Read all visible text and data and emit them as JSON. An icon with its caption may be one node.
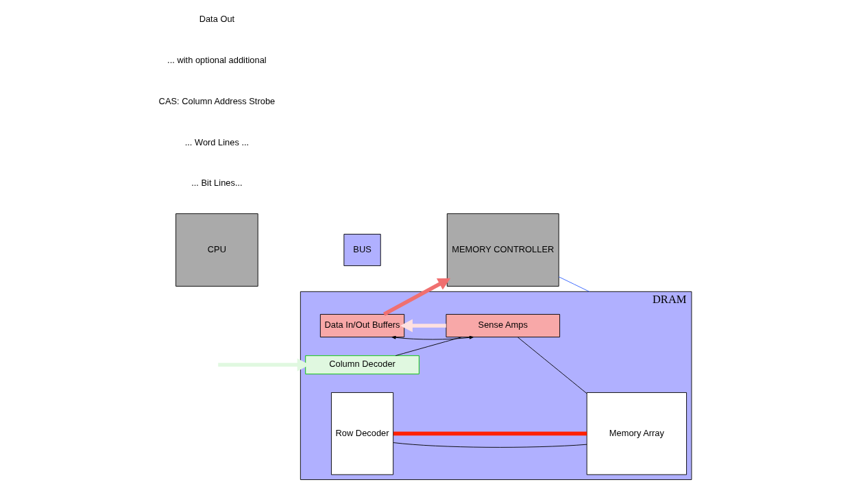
{
  "diagram": {
    "nodes": [
      {
        "text": [
          "CPU"
        ]
      },
      {
        "text": [
          "BUS"
        ]
      },
      {
        "text": [
          "MEMORY CONTROLLER"
        ]
      },
      {
        "text": [
          "DRAM"
        ]
      },
      {
        "text": [
          "Column Decoder"
        ],
        "in": 3
      },
      {
        "text": [
          "Data In/Out Buffers"
        ],
        "in": 3
      },
      {
        "text": [
          "Sense Amps"
        ],
        "in": 3
      },
      {
        "text": [
          "Row Decoder"
        ],
        "in": 3
      },
      {
        "text": [
          "Memory Array"
        ],
        "in": 3
      }
    ],
    "edges": [
      {
        "from": null,
        "to": 4,
        "arrow": "to",
        "style": "thick",
        "color": "#e0f8e0"
      },
      {
        "from": 6,
        "to": 5,
        "arrow": "to",
        "style": "thick",
        "color": "#ffe0e0"
      },
      {
        "from": 5,
        "to": 6,
        "arrow": "both"
      },
      {
        "from": 5,
        "to": 2,
        "arrow": "to",
        "style": "thick",
        "color": "#f07070"
      },
      {
        "from": 2,
        "to": 3,
        "arrow": "none",
        "color": "#3060ff"
      },
      {
        "from": 4,
        "to": 6,
        "arrow": "none"
      },
      {
        "from": 6,
        "to": 8,
        "arrow": "none"
      },
      {
        "from": 7,
        "to": 8,
        "arrow": "none"
      },
      {
        "from": 7,
        "to": 8,
        "arrow": "none",
        "style": "thick",
        "color": "#ff2000"
      }
    ],
    "labels": [
      "... Bit Lines...",
      "... Word Lines ...",
      "Data Out",
      "... with optional additional",
      "CAS: Column Address Strobe"
    ]
  }
}
